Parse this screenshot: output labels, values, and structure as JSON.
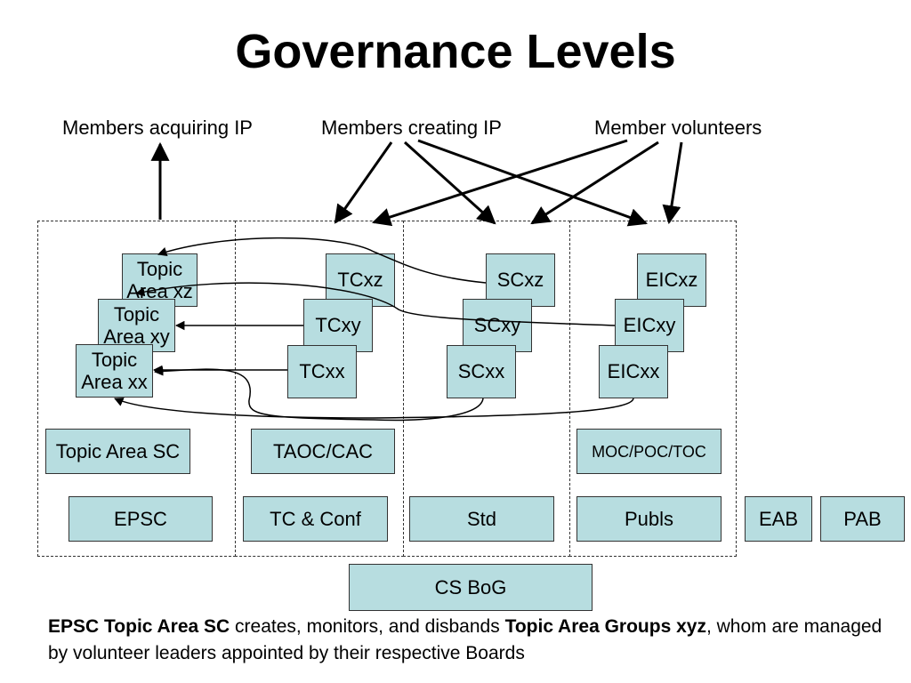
{
  "title": "Governance Levels",
  "headers": {
    "acquiring": "Members acquiring IP",
    "creating": "Members creating IP",
    "volunteers": "Member volunteers"
  },
  "topic_areas": {
    "xz": "Topic Area xz",
    "xy": "Topic Area xy",
    "xx": "Topic Area xx"
  },
  "tc": {
    "xz": "TCxz",
    "xy": "TCxy",
    "xx": "TCxx"
  },
  "sc": {
    "xz": "SCxz",
    "xy": "SCxy",
    "xx": "SCxx"
  },
  "eic": {
    "xz": "EICxz",
    "xy": "EICxy",
    "xx": "EICxx"
  },
  "committees": {
    "topic_area_sc": "Topic Area SC",
    "taoc_cac": "TAOC/CAC",
    "moc_poc_toc": "MOC/POC/TOC"
  },
  "boards": {
    "epsc": "EPSC",
    "tc_conf": "TC & Conf",
    "std": "Std",
    "publs": "Publs",
    "eab": "EAB",
    "pab": "PAB",
    "cs_bog": "CS BoG"
  },
  "caption": {
    "b1": "EPSC Topic Area SC",
    "t1": " creates, monitors, and disbands ",
    "b2": "Topic Area Groups xyz",
    "t2": ", whom are managed by volunteer leaders appointed by their respective Boards"
  },
  "colors": {
    "box_fill": "#b7dde0",
    "line": "#000000"
  }
}
